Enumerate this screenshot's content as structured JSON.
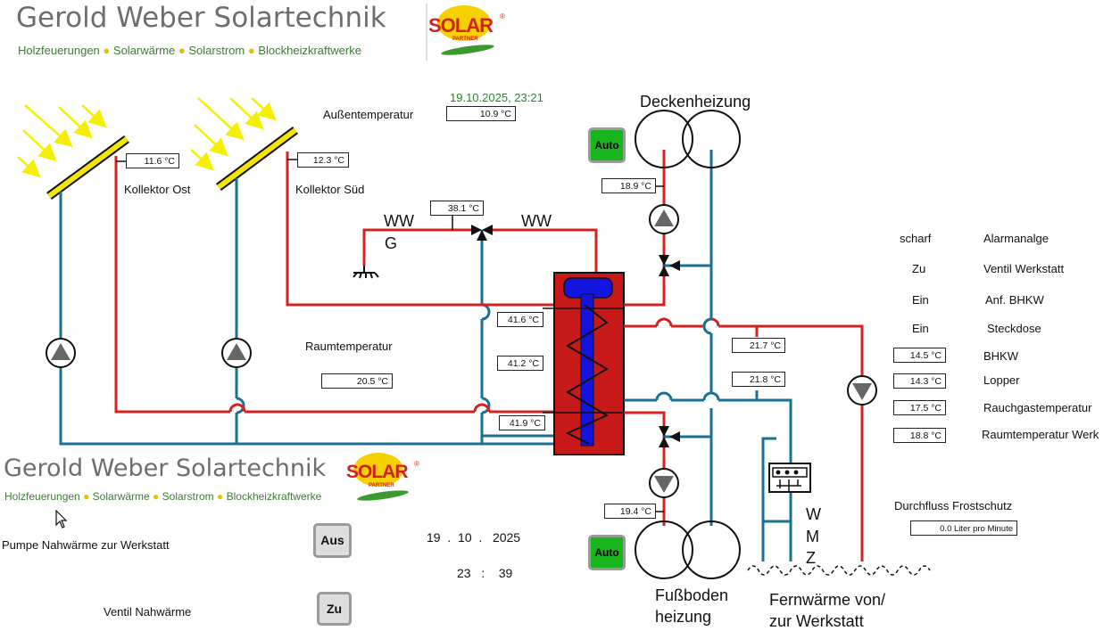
{
  "header": {
    "company": "Gerold Weber Solartechnik",
    "tagline_parts": [
      "Holzfeuerungen",
      "Solarwärme",
      "Solarstrom",
      "Blockheizkraftwerke"
    ],
    "logo_word": "SOLAR",
    "logo_sub": "PARTNER",
    "logo_reg": "®"
  },
  "datetime": "19.10.2025,  23:21",
  "outdoor": {
    "label": "Außentemperatur",
    "value": "10.9 °C"
  },
  "collectors": [
    {
      "label": "Kollektor Ost",
      "value": "11.6 °C"
    },
    {
      "label": "Kollektor Süd",
      "value": "12.3 °C"
    }
  ],
  "room": {
    "label": "Raumtemperatur",
    "value": "20.5 °C"
  },
  "hot_water": {
    "left": "WW",
    "left2": "G",
    "right": "WW",
    "value": "38.1 °C"
  },
  "storage": {
    "top": "41.6 °C",
    "mid": "41.2 °C",
    "bottom": "41.9 °C"
  },
  "ceiling": {
    "label": "Deckenheizung",
    "auto": "Auto",
    "value": "18.9 °C"
  },
  "floor": {
    "label_line1": "Fußboden",
    "label_line2": "heizung",
    "auto": "Auto",
    "value": "19.4 °C"
  },
  "district": {
    "value1": "21.7 °C",
    "value2": "21.8 °C",
    "wmz": [
      "W",
      "M",
      "Z"
    ],
    "label_line1": "Fernwärme von/",
    "label_line2": "zur Werkstatt"
  },
  "status": [
    {
      "state": "scharf",
      "name": "Alarmanalge"
    },
    {
      "state": "Zu",
      "name": "Ventil Werkstatt"
    },
    {
      "state": "Ein",
      "name": "Anf. BHKW"
    },
    {
      "state": "Ein",
      "name": "Steckdose"
    }
  ],
  "temps": [
    {
      "value": "14.5 °C",
      "name": "BHKW"
    },
    {
      "value": "14.3 °C",
      "name": "Lopper"
    },
    {
      "value": "17.5 °C",
      "name": "Rauchgastemperatur"
    },
    {
      "value": "18.8 °C",
      "name": "Raumtemperatur Werk"
    }
  ],
  "frost": {
    "label": "Durchfluss Frostschutz",
    "value": "0.0 Liter pro Minute"
  },
  "controls": {
    "pump_label": "Pumpe  Nahwärme zur Werkstatt",
    "pump_button": "Aus",
    "valve_label": "Ventil Nahwärme",
    "valve_button": "Zu",
    "date_d": "19",
    "date_m": "10",
    "date_y": "2025",
    "time_h": "23",
    "time_m": "39",
    "sep_dot": ".",
    "sep_colon": ":"
  },
  "colors": {
    "red": "#d8201f",
    "blue": "#1a7095",
    "sun": "#f7f700",
    "green_text": "#1f8c23"
  }
}
